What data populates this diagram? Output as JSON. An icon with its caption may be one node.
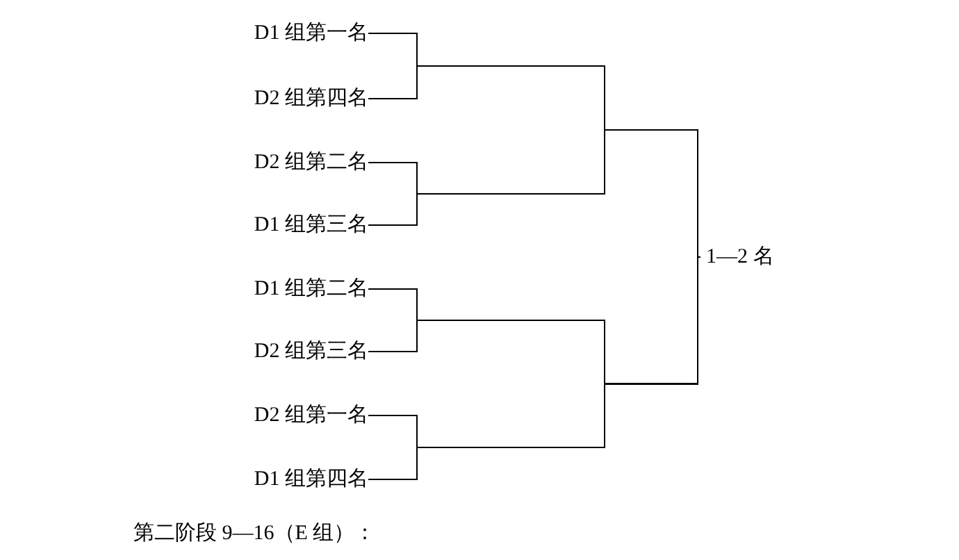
{
  "diagram": {
    "nodes": [
      {
        "text": [
          "D1 组第一名"
        ]
      },
      {
        "text": [
          "D2 组第四名"
        ]
      },
      {
        "text": [
          "D2 组第二名"
        ]
      },
      {
        "text": [
          "D1 组第三名"
        ]
      },
      {
        "text": [
          "D1 组第二名"
        ]
      },
      {
        "text": [
          "D2 组第三名"
        ]
      },
      {
        "text": [
          "D2 组第一名"
        ]
      },
      {
        "text": [
          "D1 组第四名"
        ]
      },
      {
        "text": [
          "1—2 名"
        ]
      }
    ],
    "edges": [
      {
        "from": 0,
        "to": 8,
        "arrow": "none"
      },
      {
        "from": 1,
        "to": 8,
        "arrow": "none"
      },
      {
        "from": 2,
        "to": 8,
        "arrow": "none"
      },
      {
        "from": 3,
        "to": 8,
        "arrow": "none"
      },
      {
        "from": 4,
        "to": 8,
        "arrow": "none"
      },
      {
        "from": 5,
        "to": 8,
        "arrow": "none"
      },
      {
        "from": 6,
        "to": 8,
        "arrow": "none"
      },
      {
        "from": 7,
        "to": 8,
        "arrow": "none"
      }
    ],
    "labels": [
      "第二阶段 9—16（E 组）："
    ]
  }
}
